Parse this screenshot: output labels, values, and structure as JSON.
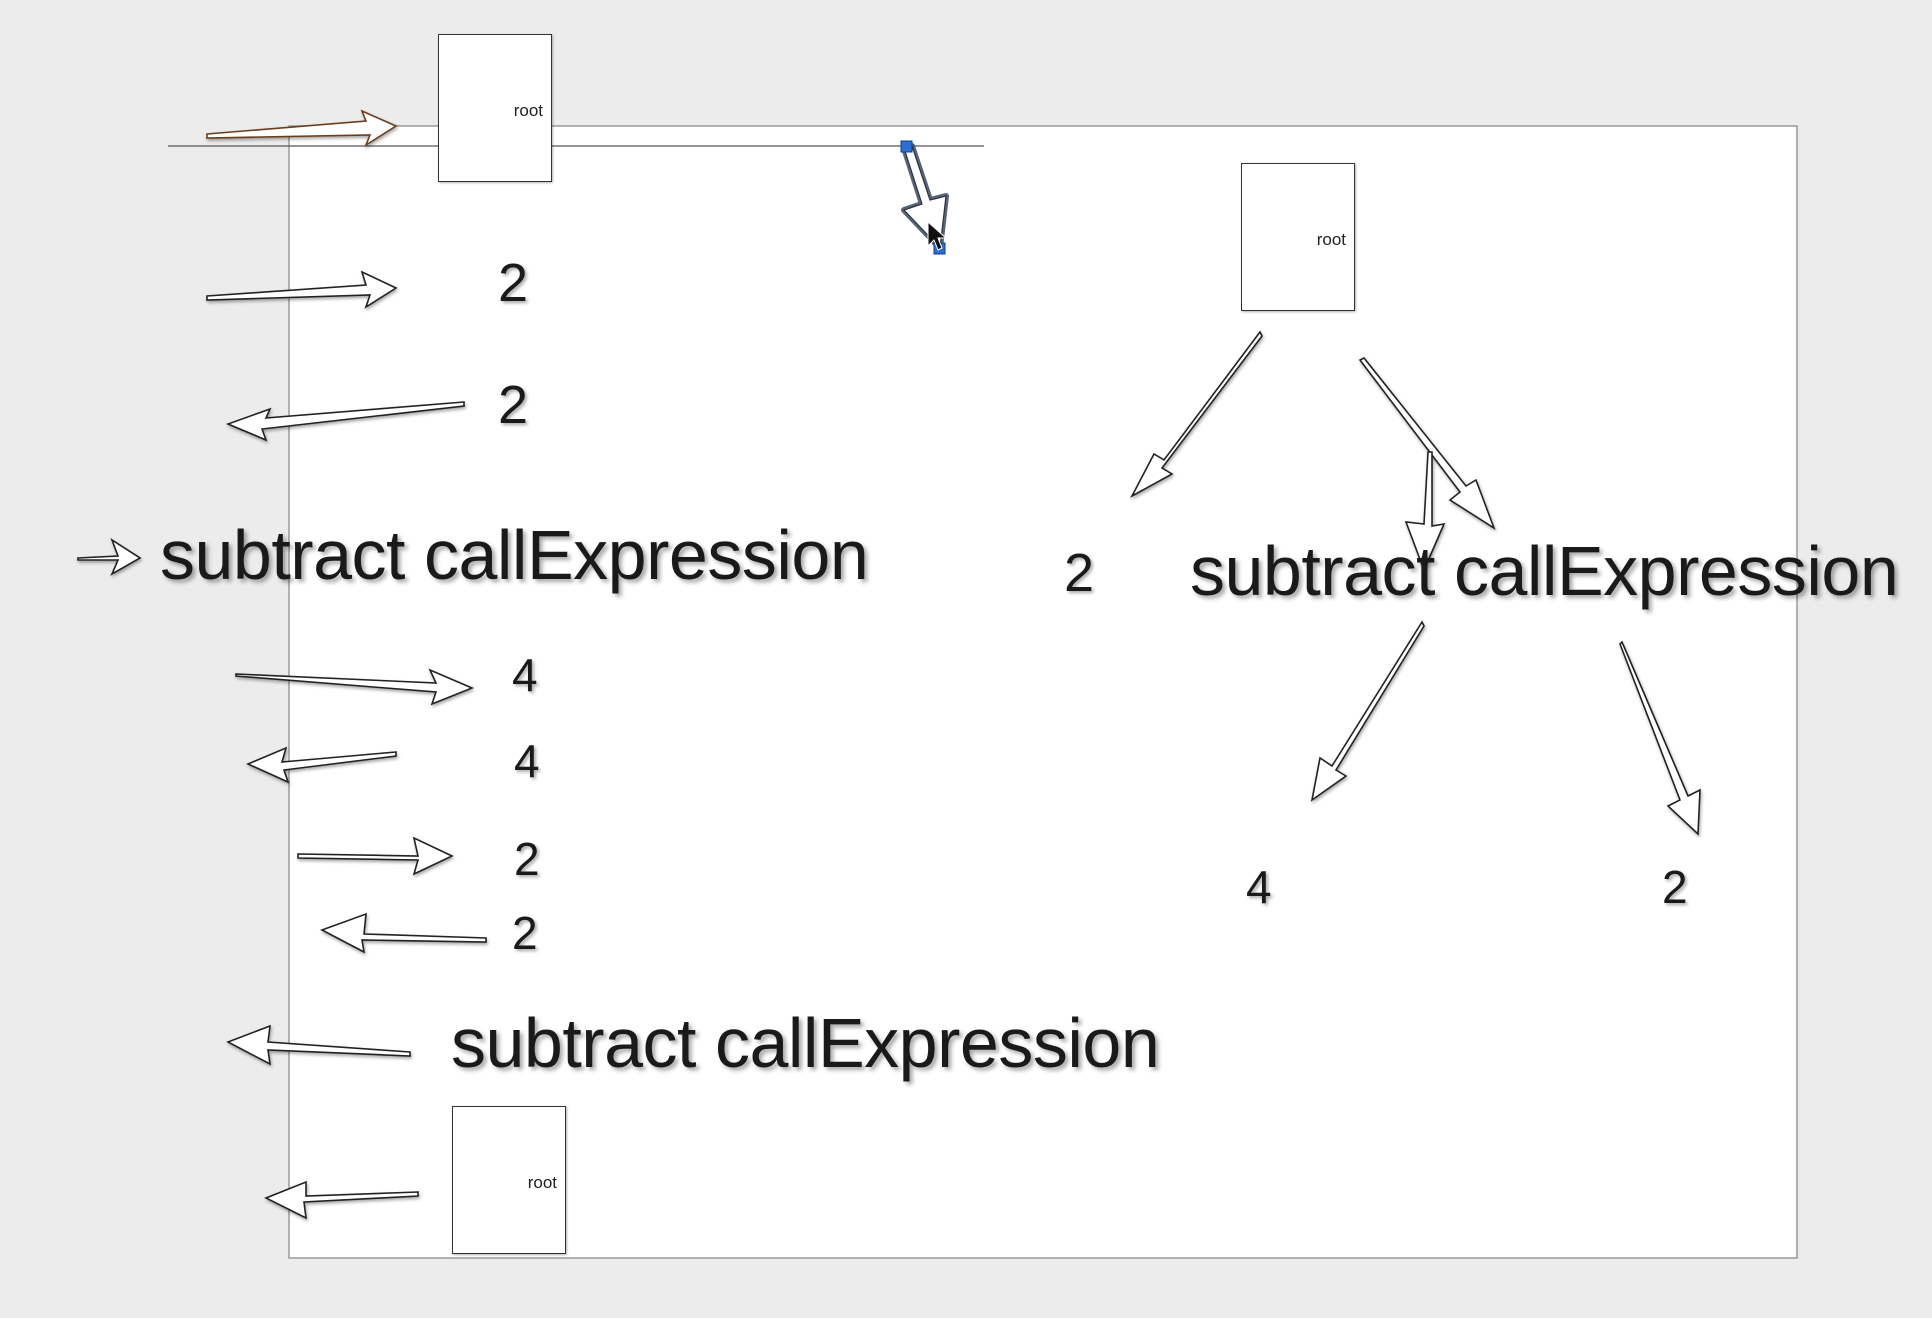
{
  "slide_background": "#ffffff",
  "page_background": "#ececec",
  "left_sequence": {
    "root_top": "root",
    "n1": "2",
    "n2": "2",
    "expr1": "subtract callExpression",
    "n3": "4",
    "n4": "4",
    "n5": "2",
    "n6": "2",
    "expr2": "subtract callExpression",
    "root_bottom": "root"
  },
  "tree": {
    "root": "root",
    "left_child": "2",
    "right_child": "subtract callExpression",
    "grandchild_left": "4",
    "grandchild_right": "2"
  },
  "icons": {
    "selected_arrow": "selected-arrow-icon",
    "cursor": "mouse-pointer-icon"
  },
  "colors": {
    "selection_handle": "#2c6fd1"
  }
}
